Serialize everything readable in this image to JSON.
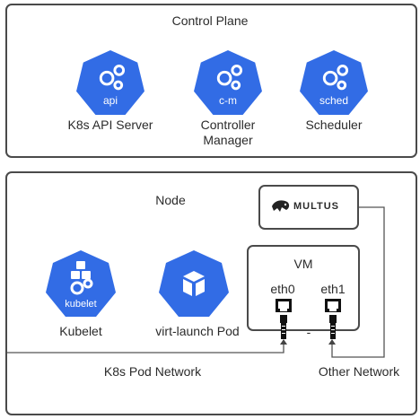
{
  "control_plane": {
    "title": "Control Plane",
    "components": [
      {
        "badge": "api",
        "label_lines": [
          "K8s API Server"
        ]
      },
      {
        "badge": "c-m",
        "label_lines": [
          "Controller",
          "Manager"
        ]
      },
      {
        "badge": "sched",
        "label_lines": [
          "Scheduler"
        ]
      }
    ]
  },
  "node": {
    "title": "Node",
    "kubelet": {
      "badge": "kubelet",
      "label": "Kubelet"
    },
    "virt_launch": {
      "label": "virt-launch Pod"
    },
    "multus": {
      "logo_text": "MULTUS"
    },
    "vm": {
      "title": "VM",
      "interfaces": [
        {
          "name": "eth0"
        },
        {
          "name": "eth1"
        }
      ],
      "separator": "-"
    },
    "networks": {
      "pod": "K8s Pod Network",
      "other": "Other Network"
    }
  },
  "colors": {
    "k8s_blue": "#326ce5",
    "border": "#4a4a4a"
  }
}
